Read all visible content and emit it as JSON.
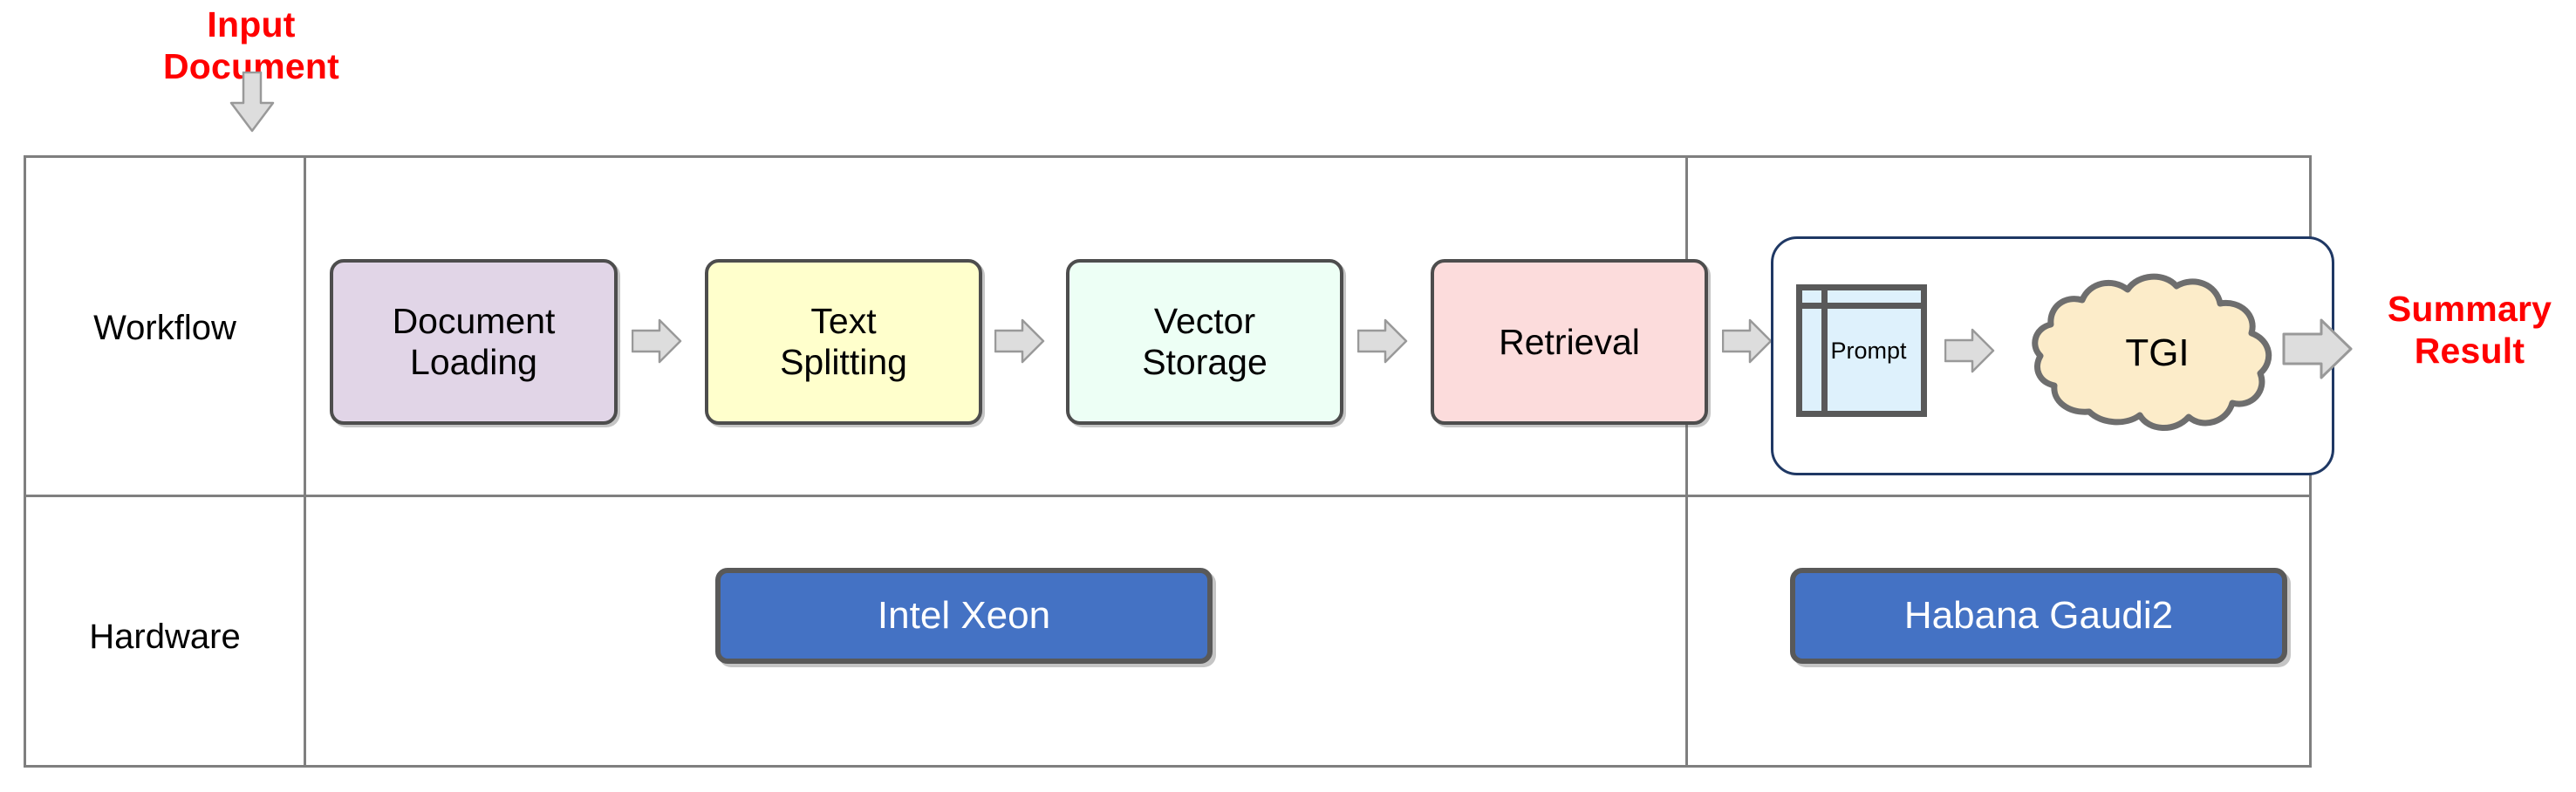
{
  "diagram": {
    "title": "RAG document-summarization workflow on Intel hardware",
    "callouts": {
      "input": "Input\nDocument",
      "input_line1": "Input",
      "input_line2": "Document",
      "output_line1": "Summary",
      "output_line2": "Result"
    },
    "rows": [
      {
        "label": "Workflow"
      },
      {
        "label": "Hardware"
      }
    ],
    "workflow_stages": [
      {
        "label_line1": "Document",
        "label_line2": "Loading",
        "color": "#E1D5E7"
      },
      {
        "label_line1": "Text",
        "label_line2": "Splitting",
        "color": "#FFFFCC"
      },
      {
        "label_line1": "Vector",
        "label_line2": "Storage",
        "color": "#EDFFF5"
      },
      {
        "label_line1": "Retrieval",
        "label_line2": "",
        "color": "#FCDCDC"
      }
    ],
    "llm_group": {
      "prompt_label": "Prompt",
      "prompt_color": "#DEF1FC",
      "tgi_label": "TGI",
      "tgi_color": "#FCECC9",
      "border_color": "#1F3864"
    },
    "hardware": [
      {
        "label": "Intel Xeon",
        "color": "#4472C4"
      },
      {
        "label": "Habana Gaudi2",
        "color": "#4472C4"
      }
    ],
    "colors": {
      "table_border": "#7f7f7f",
      "shape_border": "#4d4d4d",
      "arrow_fill": "#DDDDDD",
      "arrow_stroke": "#999999",
      "callout_red": "#FF0000"
    }
  }
}
